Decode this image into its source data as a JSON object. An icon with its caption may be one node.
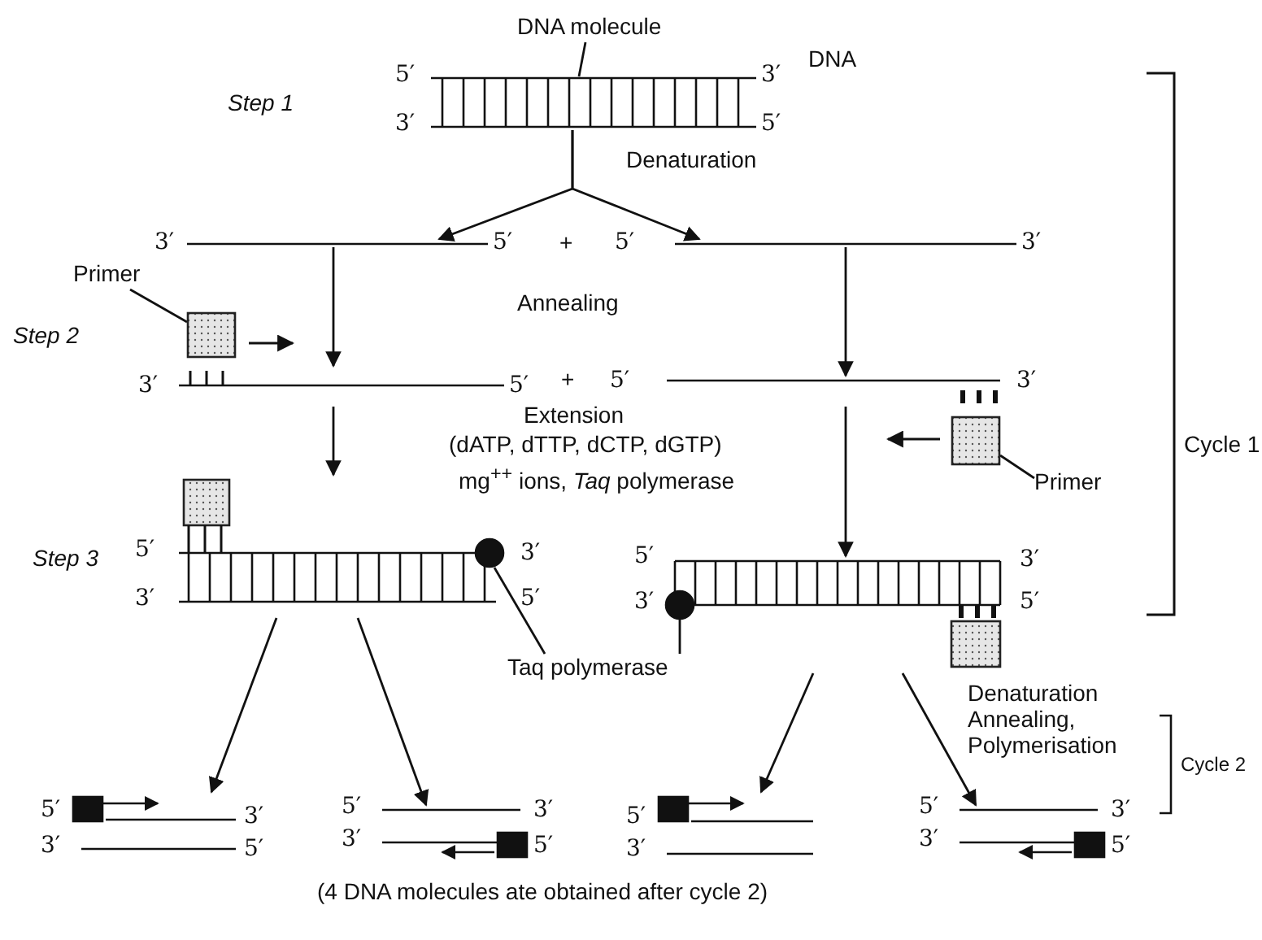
{
  "diagram": {
    "caption": "(4 DNA molecules ate obtained after cycle 2)",
    "nodes": [
      {
        "text": [
          "DNA molecule"
        ]
      },
      {
        "text": [],
        "shape": "picture",
        "beside": [
          "5′",
          "3′",
          "3′",
          "5′"
        ]
      },
      {
        "text": [],
        "shape": "picture",
        "beside": [
          "3′",
          "5′"
        ]
      },
      {
        "text": [],
        "shape": "picture",
        "beside": [
          "5′",
          "3′"
        ]
      },
      {
        "text": [],
        "shape": "picture",
        "beside": [
          "3′",
          "5′"
        ]
      },
      {
        "text": [],
        "shape": "picture",
        "beside": [
          "5′",
          "3′"
        ]
      },
      {
        "text": [
          "Primer"
        ]
      },
      {
        "text": [],
        "shape": "box"
      },
      {
        "text": [
          "Primer"
        ]
      },
      {
        "text": [],
        "shape": "box"
      },
      {
        "text": [],
        "shape": "picture",
        "beside": [
          "5′",
          "3′",
          "3′",
          "5′"
        ]
      },
      {
        "text": [],
        "shape": "picture",
        "beside": [
          "5′",
          "3′",
          "3′",
          "5′"
        ]
      },
      {
        "text": [
          "Taq polymerase"
        ]
      },
      {
        "text": [],
        "shape": "circle",
        "in": 10
      },
      {
        "text": [],
        "shape": "circle",
        "in": 11
      },
      {
        "text": [],
        "shape": "picture",
        "beside": [
          "5′",
          "3′",
          "3′",
          "5′"
        ]
      },
      {
        "text": [],
        "shape": "picture",
        "beside": [
          "5′",
          "3′",
          "3′",
          "5′"
        ]
      },
      {
        "text": [],
        "shape": "picture",
        "beside": [
          "5′",
          "3′"
        ]
      },
      {
        "text": [],
        "shape": "picture",
        "beside": [
          "5′",
          "3′",
          "3′",
          "5′"
        ]
      }
    ],
    "edges": [
      {
        "from": 0,
        "to": 1,
        "arrow": "none"
      },
      {
        "from": 1,
        "to": 2,
        "arrow": "to",
        "label": "Denaturation"
      },
      {
        "from": 1,
        "to": 3,
        "arrow": "to"
      },
      {
        "from": 2,
        "to": 4,
        "arrow": "to"
      },
      {
        "from": 3,
        "to": 5,
        "arrow": "to"
      },
      {
        "from": 6,
        "to": 7,
        "arrow": "none"
      },
      {
        "from": 8,
        "to": 9,
        "arrow": "none"
      },
      {
        "from": 4,
        "to": 10,
        "arrow": "to"
      },
      {
        "from": 5,
        "to": 11,
        "arrow": "to"
      },
      {
        "from": 12,
        "to": 13,
        "arrow": "none"
      },
      {
        "from": 12,
        "to": 14,
        "arrow": "none"
      },
      {
        "from": 10,
        "to": 15,
        "arrow": "to"
      },
      {
        "from": 10,
        "to": 16,
        "arrow": "to"
      },
      {
        "from": 11,
        "to": 17,
        "arrow": "to"
      },
      {
        "from": 11,
        "to": 18,
        "arrow": "to"
      }
    ],
    "labels": [
      "DNA",
      "Step 1",
      "+",
      "Annealing",
      "Cycle 1",
      "Step 2",
      "+",
      "Extension",
      "(dATP, dTTP, dCTP, dGTP)",
      "mg$^{++}$ ions, *Taq* polymerase",
      "Step 3",
      "Denaturation Annealing, Polymerisation",
      "Cycle 2"
    ]
  }
}
